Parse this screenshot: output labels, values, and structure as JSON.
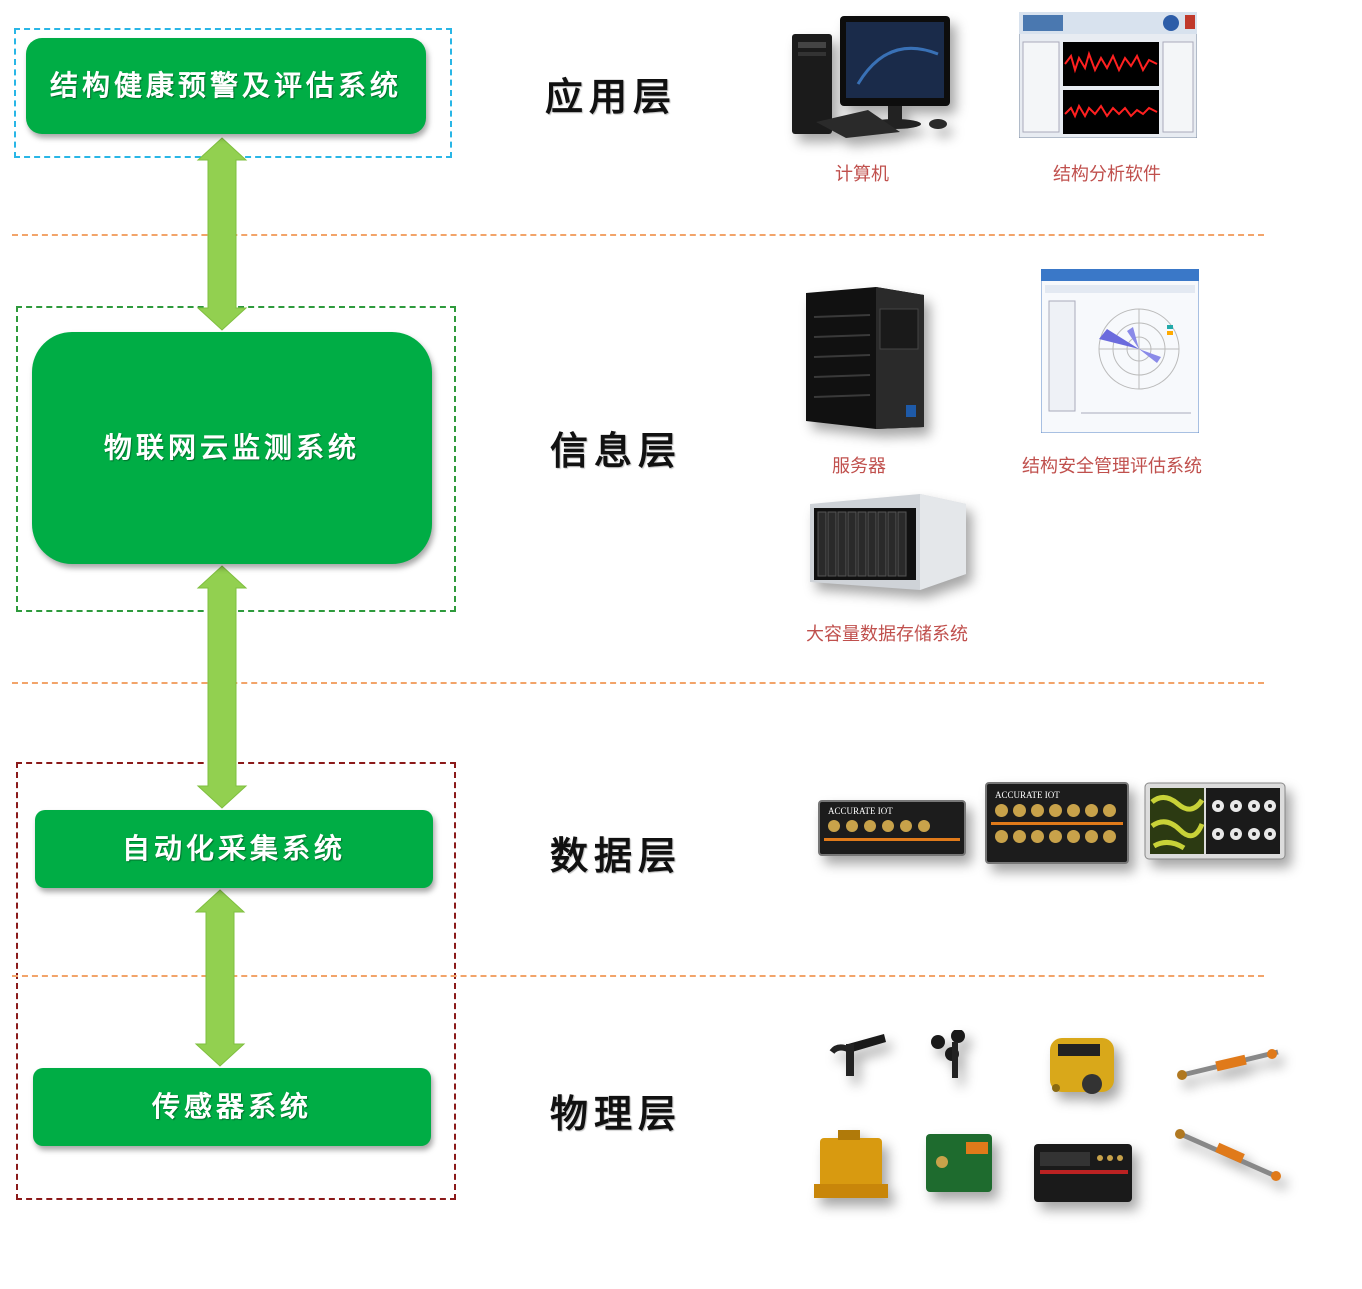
{
  "boxes": {
    "application": "结构健康预警及评估系统",
    "information": "物联网云监测系统",
    "data": "自动化采集系统",
    "sensor": "传感器系统"
  },
  "layers": {
    "application": "应用层",
    "information": "信息层",
    "data": "数据层",
    "physical": "物理层"
  },
  "devices": {
    "computer": "计算机",
    "analysis_software": "结构分析软件",
    "server": "服务器",
    "safety_system": "结构安全管理评估系统",
    "storage": "大容量数据存储系统",
    "logger_brand_1": "ACCURATE IOT",
    "logger_brand_2": "ACCURATE IOT"
  },
  "colors": {
    "box_green": "#00ad45",
    "arrow_green": "#92d050",
    "frame_app": "#29b6e6",
    "frame_info": "#2e9a3c",
    "frame_data": "#8b1a1a",
    "separator": "#f2a46a",
    "caption_red": "#c0504d"
  }
}
